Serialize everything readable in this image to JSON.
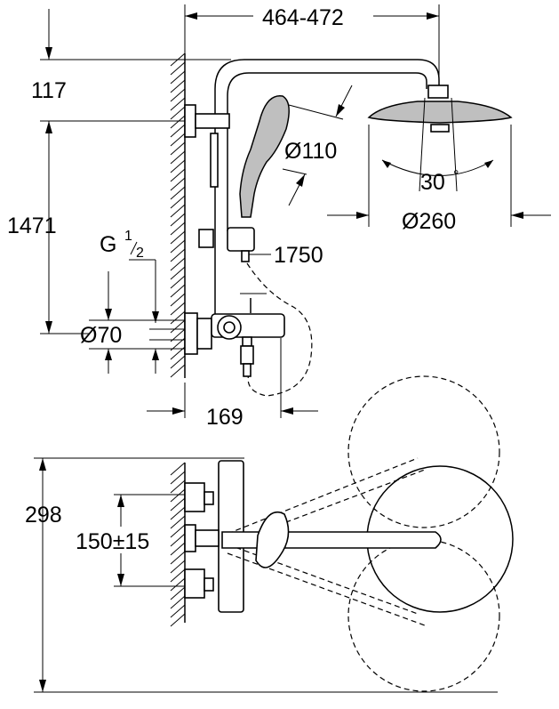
{
  "front_view": {
    "dim_width_top": "464-472",
    "dim_height_arm": "117",
    "dim_height_total": "1471",
    "dim_thread": {
      "main": "G",
      "num": "1",
      "den": "2"
    },
    "dim_connection_diameter": "Ø70",
    "dim_projection_mixer": "169",
    "dim_hand_shower_diameter": "Ø110",
    "dim_hose_length": "1750",
    "dim_head_shower_diameter": "Ø260",
    "dim_swivel_angle": "30",
    "dim_angle_unit": "°"
  },
  "top_view": {
    "dim_depth": "298",
    "dim_center_distance": "150±15"
  }
}
